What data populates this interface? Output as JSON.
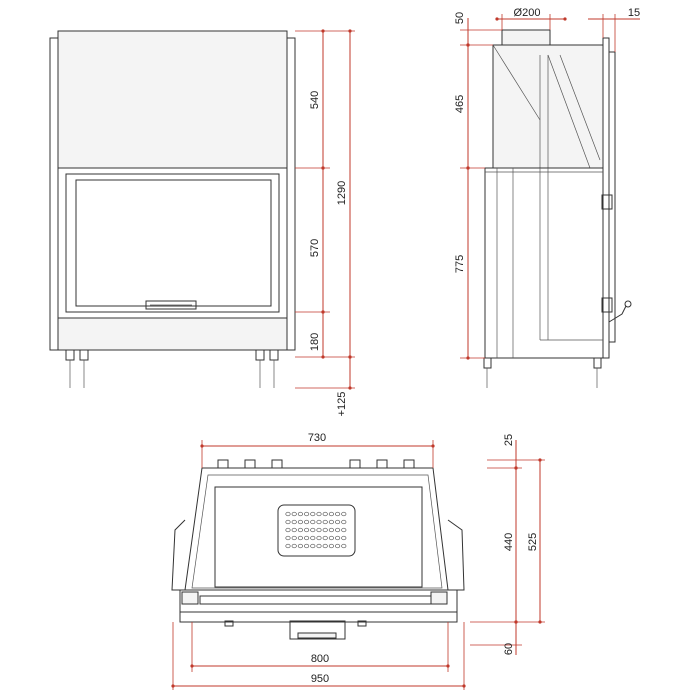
{
  "colors": {
    "dimension": "#c0392b",
    "outline": "#333333",
    "background": "#ffffff"
  },
  "front_view": {
    "dim_hood": "540",
    "dim_opening": "570",
    "dim_base": "180",
    "dim_total": "1290",
    "dim_legs": "+125"
  },
  "side_view": {
    "dim_flue_diameter": "Ø200",
    "dim_flue_height": "50",
    "dim_wall": "15",
    "dim_upper": "465",
    "dim_lower": "775"
  },
  "top_view": {
    "dim_top_width": "730",
    "dim_bottom_width": "800",
    "dim_overall_width": "950",
    "dim_back_offset": "25",
    "dim_body_depth": "440",
    "dim_total_depth": "525",
    "dim_front_offset": "60"
  }
}
